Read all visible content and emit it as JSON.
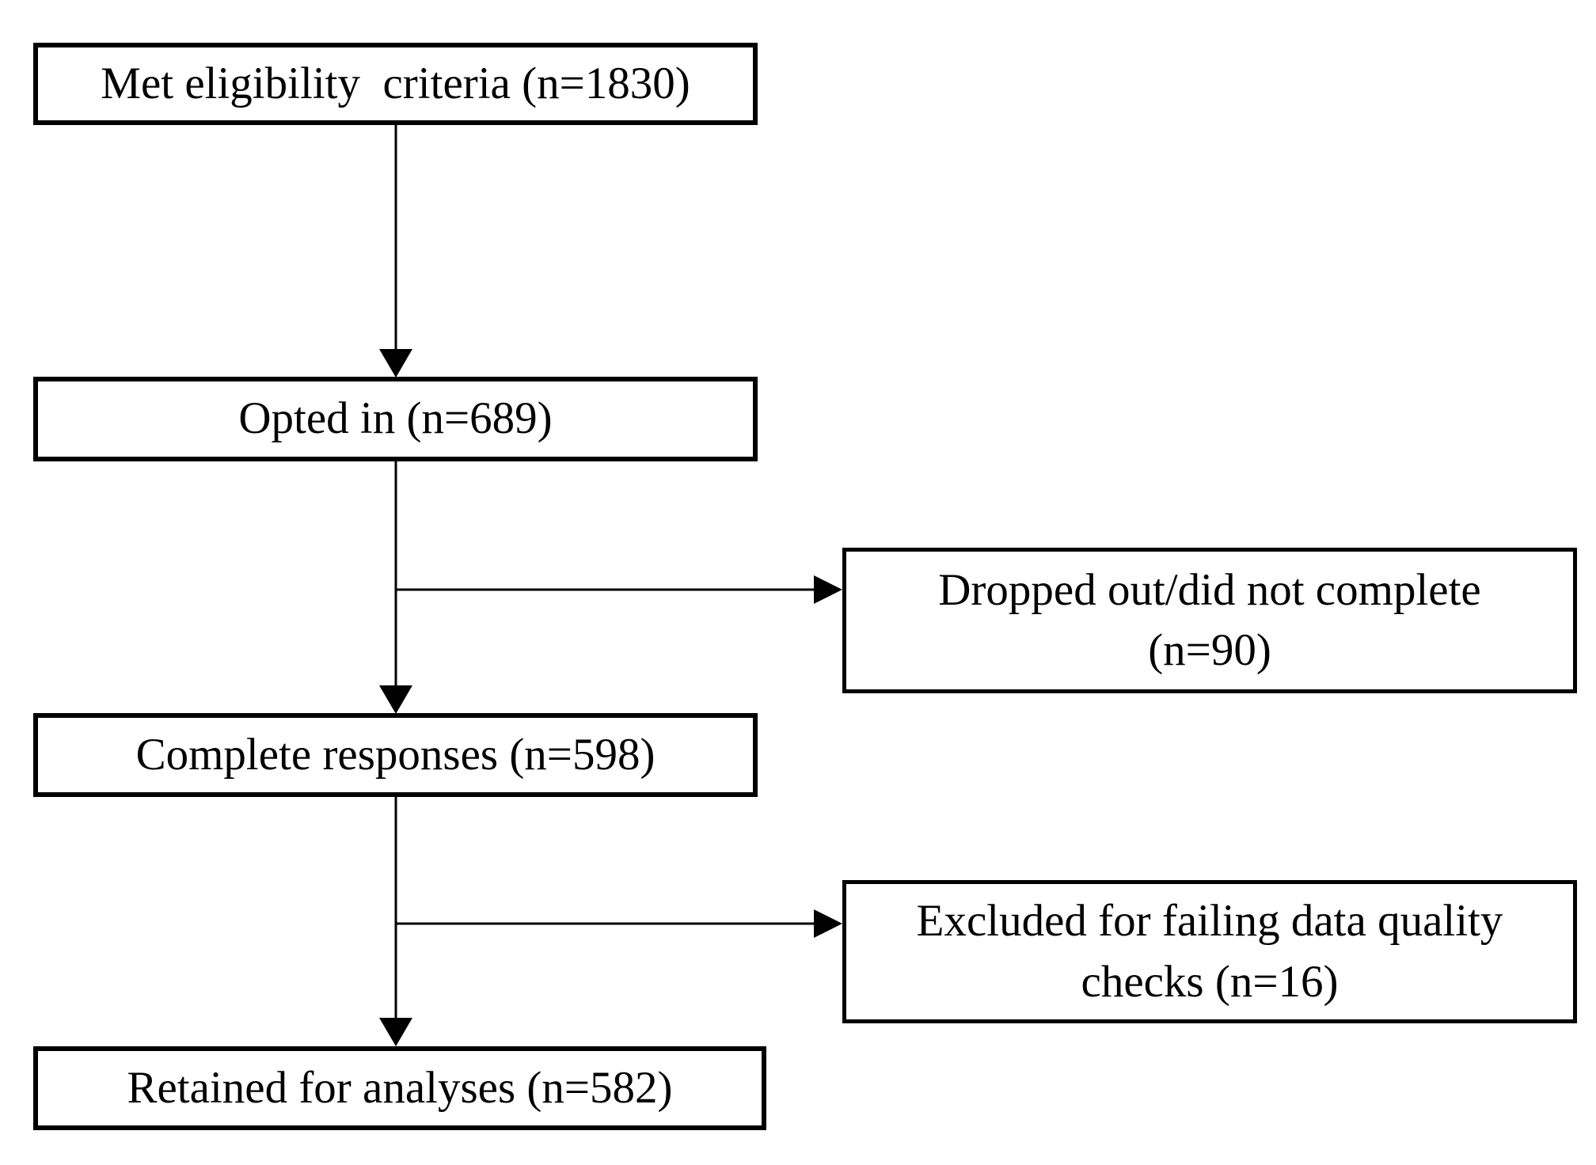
{
  "flow": {
    "colors": {
      "background": "#ffffff",
      "box_border": "#000000",
      "text": "#000000",
      "arrow": "#000000"
    },
    "boxes": {
      "eligibility": {
        "label": "Met eligibility  criteria (n=1830)",
        "n": 1830
      },
      "opted_in": {
        "label": "Opted in (n=689)",
        "n": 689
      },
      "complete": {
        "label": "Complete responses (n=598)",
        "n": 598
      },
      "retained": {
        "label": "Retained for analyses (n=582)",
        "n": 582
      },
      "dropped": {
        "line1": "Dropped out/did not complete",
        "line2": "(n=90)",
        "n": 90
      },
      "excluded": {
        "line1": "Excluded for failing data quality",
        "line2": "checks (n=16)",
        "n": 16
      }
    }
  }
}
